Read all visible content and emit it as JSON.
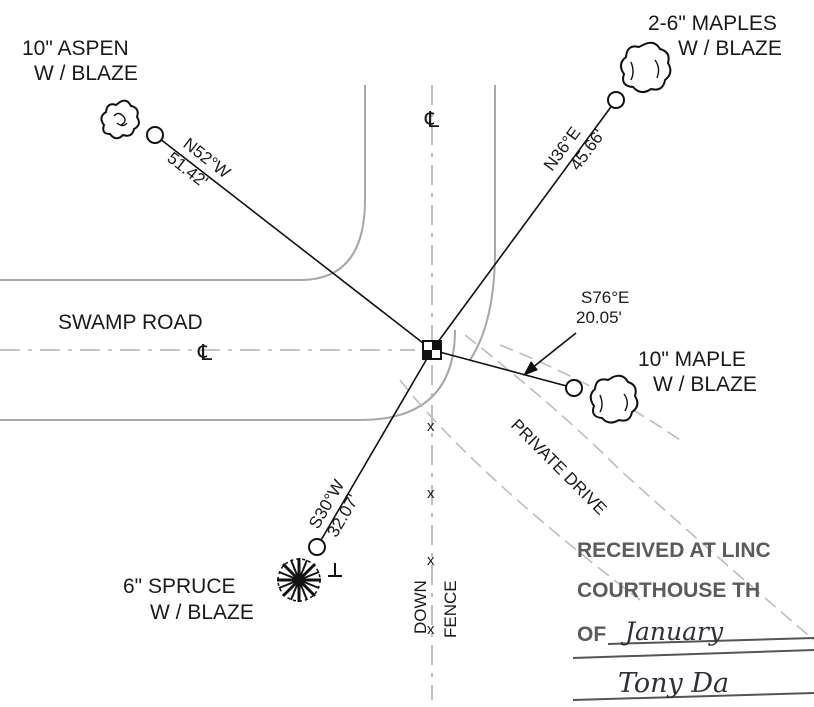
{
  "trees": [
    {
      "id": "aspen",
      "size": "10\"",
      "species": "ASPEN",
      "blaze": "W / BLAZE",
      "icon": "deciduous-tree-icon"
    },
    {
      "id": "maples",
      "size": "2-6\"",
      "species": "MAPLES",
      "blaze": "W / BLAZE",
      "icon": "deciduous-tree-icon"
    },
    {
      "id": "maple",
      "size": "10\"",
      "species": "MAPLE",
      "blaze": "W / BLAZE",
      "icon": "deciduous-tree-icon"
    },
    {
      "id": "spruce",
      "size": "6\"",
      "species": "SPRUCE",
      "blaze": "W / BLAZE",
      "icon": "conifer-tree-icon"
    }
  ],
  "ties": [
    {
      "to": "aspen",
      "bearing": "N52°W",
      "distance": "51.42'"
    },
    {
      "to": "maples",
      "bearing": "N36°E",
      "distance": "45.66'"
    },
    {
      "to": "maple",
      "bearing": "S76°E",
      "distance": "20.05'"
    },
    {
      "to": "spruce",
      "bearing": "S30°W",
      "distance": "32.07'"
    }
  ],
  "labels": {
    "road": "SWAMP  ROAD",
    "centerline": "℄",
    "private_drive": "PRIVATE DRIVE",
    "fence_down": "DOWN",
    "fence_word": "FENCE",
    "fence_mark": "x"
  },
  "stamp": {
    "line1": "RECEIVED AT LINC",
    "line2": "COURTHOUSE TH",
    "line3_prefix": "OF",
    "month": "January",
    "signature": "Tony  Da"
  }
}
